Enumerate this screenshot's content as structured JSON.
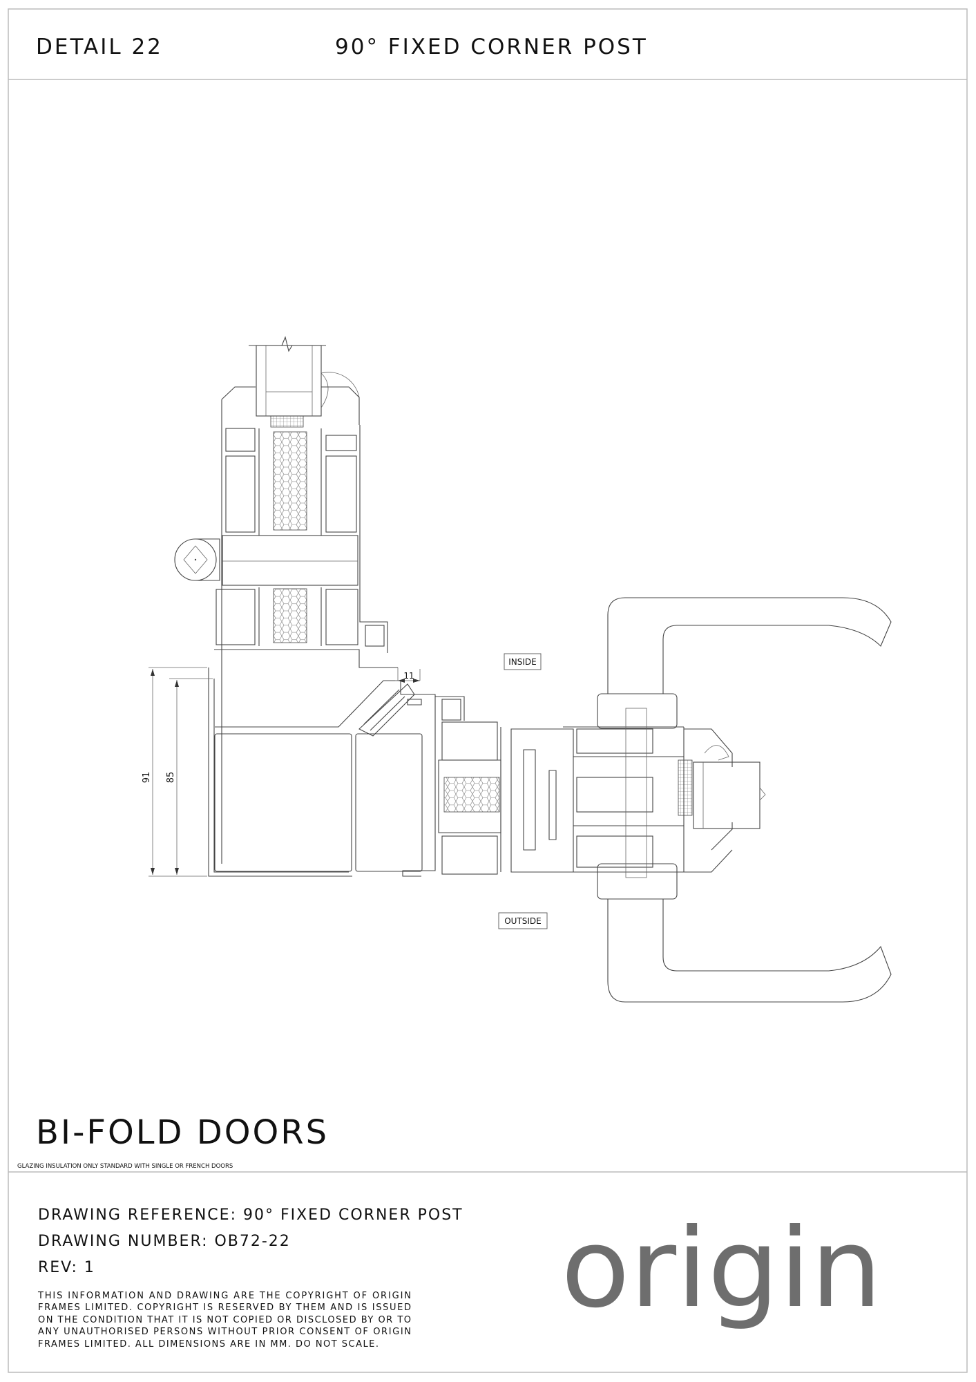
{
  "header": {
    "detail": "DETAIL 22",
    "title": "90° FIXED CORNER POST"
  },
  "drawing": {
    "label_inside": "INSIDE",
    "label_outside": "OUTSIDE",
    "dimensions": {
      "overall": "91",
      "inner": "85",
      "gap": "11"
    }
  },
  "product": {
    "name": "BI-FOLD DOORS",
    "note": "GLAZING INSULATION ONLY STANDARD WITH SINGLE OR FRENCH DOORS"
  },
  "title_block": {
    "reference": "DRAWING REFERENCE: 90° FIXED CORNER POST",
    "number": "DRAWING NUMBER: OB72-22",
    "revision": "REV: 1",
    "copyright": [
      "THIS INFORMATION AND DRAWING ARE THE COPYRIGHT OF ORIGIN",
      "FRAMES LIMITED. COPYRIGHT IS RESERVED BY THEM AND IS ISSUED",
      "ON THE CONDITION THAT IT IS NOT COPIED OR DISCLOSED BY OR TO",
      "ANY UNAUTHORISED PERSONS WITHOUT PRIOR CONSENT OF ORIGIN",
      "FRAMES LIMITED. ALL DIMENSIONS ARE IN MM. DO NOT SCALE."
    ],
    "logo_text": "origin",
    "logo_color": "#6e6e6e"
  }
}
